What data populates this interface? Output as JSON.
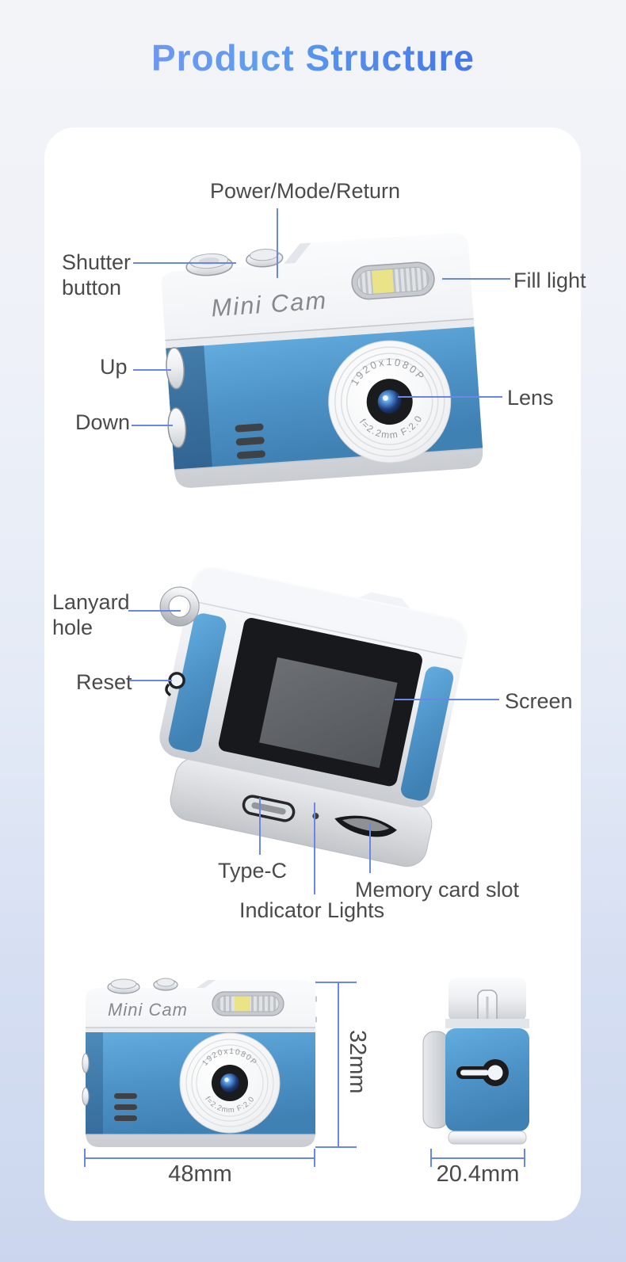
{
  "title": "Product Structure",
  "accent_color": "#6a87e6",
  "camera_body_color": "#4d92c6",
  "fill_light_color": "#eae388",
  "front_section": {
    "camera_brand": "Mini Cam",
    "lens_ring_top_text": "1920x1080P",
    "lens_ring_bottom_text": "f=2.2mm  F:2.0",
    "labels": {
      "power": "Power/Mode/Return",
      "shutter": "Shutter button",
      "fill_light": "Fill light",
      "up": "Up",
      "down": "Down",
      "lens": "Lens"
    }
  },
  "back_section": {
    "labels": {
      "lanyard": "Lanyard hole",
      "reset": "Reset",
      "screen": "Screen",
      "type_c": "Type-C",
      "memory_card": "Memory card slot",
      "indicator": "Indicator Lights"
    }
  },
  "dimensions_section": {
    "camera_brand": "Mini Cam",
    "lens_ring_top_text": "1920x1080P",
    "lens_ring_bottom_text": "f=2.2mm  F:2.0",
    "height": "32mm",
    "width": "48mm",
    "depth": "20.4mm"
  }
}
